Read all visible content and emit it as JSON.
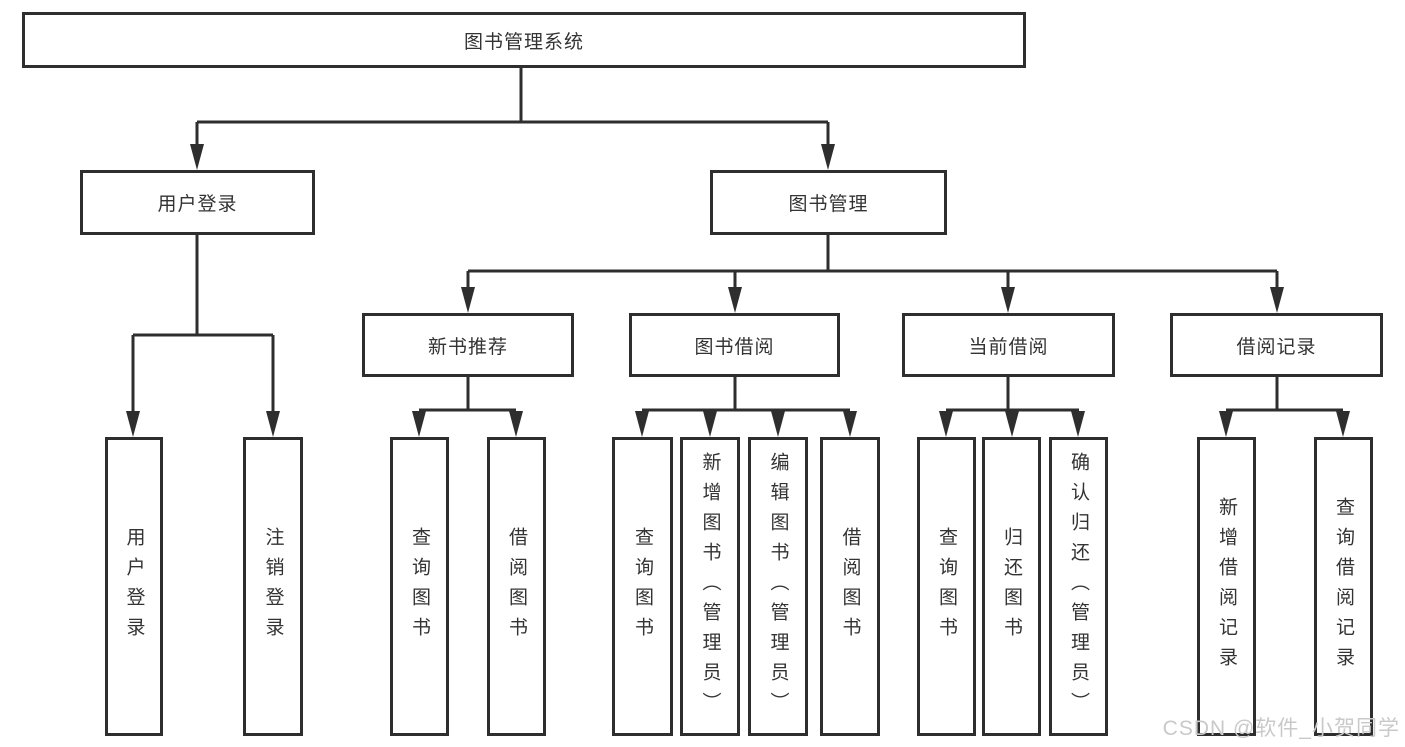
{
  "diagram_type": "tree",
  "tree": {
    "label": "图书管理系统",
    "children": [
      {
        "label": "用户登录",
        "children": [
          {
            "label": "用户登录"
          },
          {
            "label": "注销登录"
          }
        ]
      },
      {
        "label": "图书管理",
        "children": [
          {
            "label": "新书推荐",
            "children": [
              {
                "label": "查询图书"
              },
              {
                "label": "借阅图书"
              }
            ]
          },
          {
            "label": "图书借阅",
            "children": [
              {
                "label": "查询图书"
              },
              {
                "label": "新增图书（管理员）"
              },
              {
                "label": "编辑图书（管理员）"
              },
              {
                "label": "借阅图书"
              }
            ]
          },
          {
            "label": "当前借阅",
            "children": [
              {
                "label": "查询图书"
              },
              {
                "label": "归还图书"
              },
              {
                "label": "确认归还（管理员）"
              }
            ]
          },
          {
            "label": "借阅记录",
            "children": [
              {
                "label": "新增借阅记录"
              },
              {
                "label": "查询借阅记录"
              }
            ]
          }
        ]
      }
    ]
  },
  "watermark": {
    "text": "CSDN @软件_小贺同学"
  },
  "colors": {
    "line": "#2e2e2e",
    "text": "#333333",
    "background": "#ffffff",
    "watermark": "#c9c9c9"
  }
}
